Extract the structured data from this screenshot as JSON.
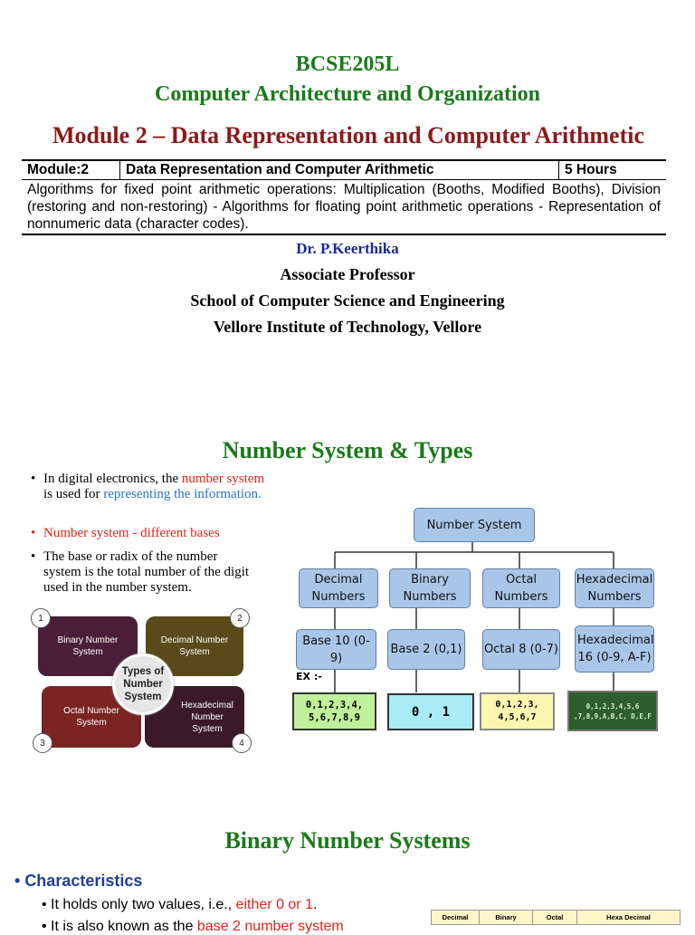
{
  "header": {
    "course_code": "BCSE205L",
    "course_title": "Computer Architecture and Organization",
    "module_title": "Module 2 – Data Representation and Computer Arithmetic"
  },
  "module_table": {
    "module": "Module:2",
    "topic": "Data Representation and Computer Arithmetic",
    "hours": "5 Hours",
    "description": "Algorithms for fixed point arithmetic operations: Multiplication (Booths, Modified Booths), Division (restoring and non-restoring) - Algorithms for floating point arithmetic operations - Representation of nonnumeric data (character codes)."
  },
  "author": {
    "name": "Dr. P.Keerthika",
    "designation": "Associate Professor",
    "school": "School of Computer Science and Engineering",
    "institute": "Vellore Institute of Technology, Vellore"
  },
  "section2": {
    "title": "Number System & Types",
    "bullet1": {
      "pre": "In digital electronics, the ",
      "red": "number system",
      "mid": " is used for ",
      "blue": "representing the information",
      "post": "."
    },
    "bullet2": "Number system - different bases",
    "bullet3": "The base or radix of the number system is the total number of the digit used in the number system.",
    "types_panel": {
      "center": "Types of Number System",
      "tiles": [
        {
          "num": "1",
          "label": "Binary Number System",
          "color": "#4a1e38"
        },
        {
          "num": "2",
          "label": "Decimal Number System",
          "color": "#5a4a1a"
        },
        {
          "num": "3",
          "label": "Octal Number System",
          "color": "#7a2424"
        },
        {
          "num": "4",
          "label": "Hexadecimal Number System",
          "color": "#3a1a28"
        }
      ]
    },
    "diagram": {
      "root": "Number System",
      "types": [
        "Decimal Numbers",
        "Binary Numbers",
        "Octal Numbers",
        "Hexadecimal Numbers"
      ],
      "bases": [
        "Base 10 (0-9)",
        "Base 2 (0,1)",
        "Octal 8 (0-7)",
        "Hexadecimal 16 (0-9, A-F)"
      ],
      "ex_label": "EX :-",
      "examples": [
        "0,1,2,3,4, 5,6,7,8,9",
        "0 , 1",
        "0,1,2,3, 4,5,6,7",
        "0,1,2,3,4,5,6 ,7,8,9,A,B,C, D,E,F"
      ],
      "colors": {
        "box": "#a9c6e8",
        "ex1": "#bff09a",
        "ex2": "#a9ecf5",
        "ex3": "#fbf7b0",
        "ex4": "#2e5e2e"
      }
    }
  },
  "section3": {
    "title": "Binary Number Systems",
    "heading": "Characteristics",
    "item1_pre": "It holds only two values, i.e., ",
    "item1_red": "either 0 or 1",
    "item1_post": ".",
    "item2_pre": "It is also known as the ",
    "item2_red": "base 2 number system",
    "table_headers": [
      "Decimal",
      "Binary",
      "Octal",
      "Hexa Decimal"
    ]
  }
}
